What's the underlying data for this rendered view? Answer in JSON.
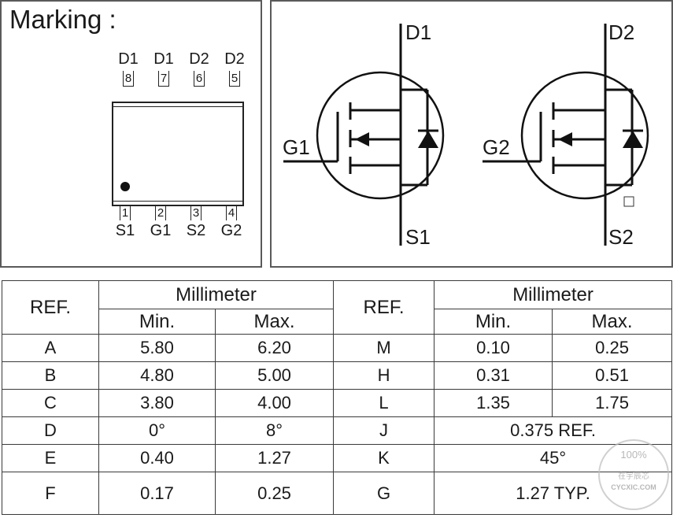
{
  "marking": {
    "title": "Marking :",
    "top_pins": [
      {
        "name": "D1",
        "num": "8"
      },
      {
        "name": "D1",
        "num": "7"
      },
      {
        "name": "D2",
        "num": "6"
      },
      {
        "name": "D2",
        "num": "5"
      }
    ],
    "bottom_pins": [
      {
        "name": "S1",
        "num": "1"
      },
      {
        "name": "G1",
        "num": "2"
      },
      {
        "name": "S2",
        "num": "3"
      },
      {
        "name": "G2",
        "num": "4"
      }
    ]
  },
  "schematic": {
    "mosfet1": {
      "drain": "D1",
      "gate": "G1",
      "source": "S1"
    },
    "mosfet2": {
      "drain": "D2",
      "gate": "G2",
      "source": "S2"
    }
  },
  "table": {
    "ref_header": "REF.",
    "unit_header": "Millimeter",
    "min_header": "Min.",
    "max_header": "Max.",
    "left_rows": [
      {
        "ref": "A",
        "min": "5.80",
        "max": "6.20"
      },
      {
        "ref": "B",
        "min": "4.80",
        "max": "5.00"
      },
      {
        "ref": "C",
        "min": "3.80",
        "max": "4.00"
      },
      {
        "ref": "D",
        "min": "0°",
        "max": "8°"
      },
      {
        "ref": "E",
        "min": "0.40",
        "max": "1.27"
      },
      {
        "ref": "F",
        "min": "0.17",
        "max": "0.25"
      }
    ],
    "right_rows": [
      {
        "ref": "M",
        "min": "0.10",
        "max": "0.25"
      },
      {
        "ref": "H",
        "min": "0.31",
        "max": "0.51"
      },
      {
        "ref": "L",
        "min": "1.35",
        "max": "1.75"
      },
      {
        "ref": "J",
        "span": "0.375 REF."
      },
      {
        "ref": "K",
        "span": "45°"
      },
      {
        "ref": "G",
        "span": "1.27 TYP."
      }
    ]
  },
  "watermark": {
    "top": "100%",
    "middle": "在宇辰芯",
    "bottom": "CYCXIC.COM"
  }
}
